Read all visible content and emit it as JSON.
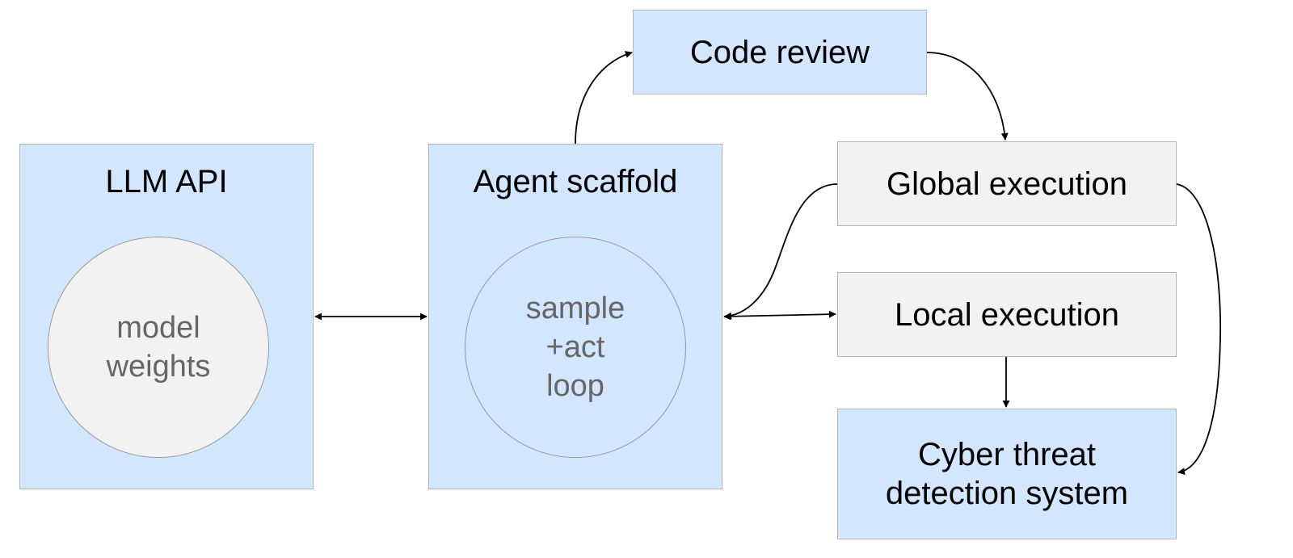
{
  "llm_api": {
    "title": "LLM API",
    "circle_lines": [
      "model",
      "weights"
    ]
  },
  "agent_scaffold": {
    "title": "Agent scaffold",
    "circle_lines": [
      "sample",
      "+act",
      "loop"
    ]
  },
  "code_review": {
    "label": "Code review"
  },
  "global_execution": {
    "label": "Global execution"
  },
  "local_execution": {
    "label": "Local execution"
  },
  "cyber_threat": {
    "lines": [
      "Cyber threat",
      "detection system"
    ]
  },
  "colors": {
    "box_blue": "#d2e6fd",
    "box_gray": "#f2f2f2",
    "border": "#b7b7b7",
    "circle_text": "#666666",
    "arrow": "#000000"
  }
}
